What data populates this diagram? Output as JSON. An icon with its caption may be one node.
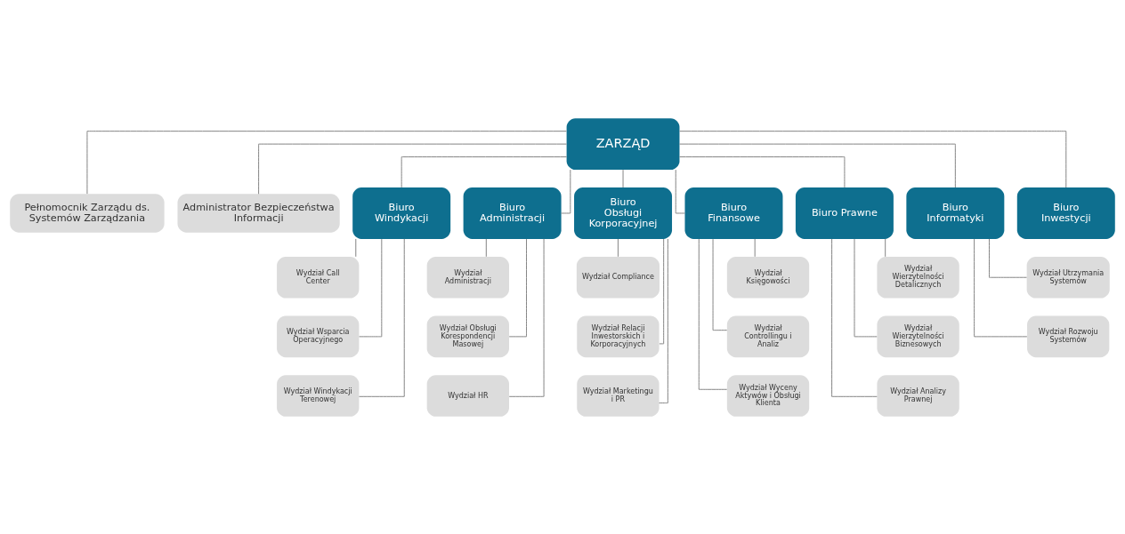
{
  "diagram": {
    "nodes": [
      {
        "text": [
          "ZARZĄD"
        ]
      },
      {
        "text": [
          "Pełnomocnik Zarządu ds. Systemów Zarządzania"
        ]
      },
      {
        "text": [
          "Administrator Bezpieczeństwa Informacji"
        ]
      },
      {
        "text": [
          "Biuro Windykacji"
        ]
      },
      {
        "text": [
          "Biuro Administracji"
        ]
      },
      {
        "text": [
          "Biuro Obsługi Korporacyjnej"
        ]
      },
      {
        "text": [
          "Biuro Finansowe"
        ]
      },
      {
        "text": [
          "Biuro Prawne"
        ]
      },
      {
        "text": [
          "Biuro Informatyki"
        ]
      },
      {
        "text": [
          "Biuro Inwestycji"
        ]
      },
      {
        "text": [
          "Wydział Call Center"
        ]
      },
      {
        "text": [
          "Wydział Wsparcia Operacyjnego"
        ]
      },
      {
        "text": [
          "Wydział Windykacji Terenowej"
        ]
      },
      {
        "text": [
          "Wydział Administracji"
        ]
      },
      {
        "text": [
          "Wydział Obsługi Korespondencji Masowej"
        ]
      },
      {
        "text": [
          "Wydział HR"
        ]
      },
      {
        "text": [
          "Wydział Compliance"
        ]
      },
      {
        "text": [
          "Wydział Relacji Inwestorskich i Korporacyjnych"
        ]
      },
      {
        "text": [
          "Wydział Marketingu i PR"
        ]
      },
      {
        "text": [
          "Wydział Księgowości"
        ]
      },
      {
        "text": [
          "Wydział Controllingu i Analiz"
        ]
      },
      {
        "text": [
          "Wydział Wyceny Aktywów i Obsługi Klienta"
        ]
      },
      {
        "text": [
          "Wydział Wierzytelności Detalicznych"
        ]
      },
      {
        "text": [
          "Wydział Wierzytelności Biznesowych"
        ]
      },
      {
        "text": [
          "Wydział Analizy Prawnej"
        ]
      },
      {
        "text": [
          "Wydział Utrzymania Systemów"
        ]
      },
      {
        "text": [
          "Wydział Rozwoju Systemów"
        ]
      }
    ],
    "edges": [
      {
        "from": 0,
        "to": 1,
        "arrow": "none"
      },
      {
        "from": 0,
        "to": 2,
        "arrow": "none"
      },
      {
        "from": 0,
        "to": 3,
        "arrow": "none"
      },
      {
        "from": 0,
        "to": 4,
        "arrow": "none"
      },
      {
        "from": 0,
        "to": 5,
        "arrow": "none"
      },
      {
        "from": 0,
        "to": 6,
        "arrow": "none"
      },
      {
        "from": 0,
        "to": 7,
        "arrow": "none"
      },
      {
        "from": 0,
        "to": 8,
        "arrow": "none"
      },
      {
        "from": 0,
        "to": 9,
        "arrow": "none"
      },
      {
        "from": 3,
        "to": 10,
        "arrow": "none"
      },
      {
        "from": 3,
        "to": 11,
        "arrow": "none"
      },
      {
        "from": 3,
        "to": 12,
        "arrow": "none"
      },
      {
        "from": 4,
        "to": 13,
        "arrow": "none"
      },
      {
        "from": 4,
        "to": 14,
        "arrow": "none"
      },
      {
        "from": 4,
        "to": 15,
        "arrow": "none"
      },
      {
        "from": 5,
        "to": 16,
        "arrow": "none"
      },
      {
        "from": 5,
        "to": 17,
        "arrow": "none"
      },
      {
        "from": 5,
        "to": 18,
        "arrow": "none"
      },
      {
        "from": 6,
        "to": 19,
        "arrow": "none"
      },
      {
        "from": 6,
        "to": 20,
        "arrow": "none"
      },
      {
        "from": 6,
        "to": 21,
        "arrow": "none"
      },
      {
        "from": 7,
        "to": 22,
        "arrow": "none"
      },
      {
        "from": 7,
        "to": 23,
        "arrow": "none"
      },
      {
        "from": 7,
        "to": 24,
        "arrow": "none"
      },
      {
        "from": 8,
        "to": 25,
        "arrow": "none"
      },
      {
        "from": 8,
        "to": 26,
        "arrow": "none"
      }
    ]
  }
}
